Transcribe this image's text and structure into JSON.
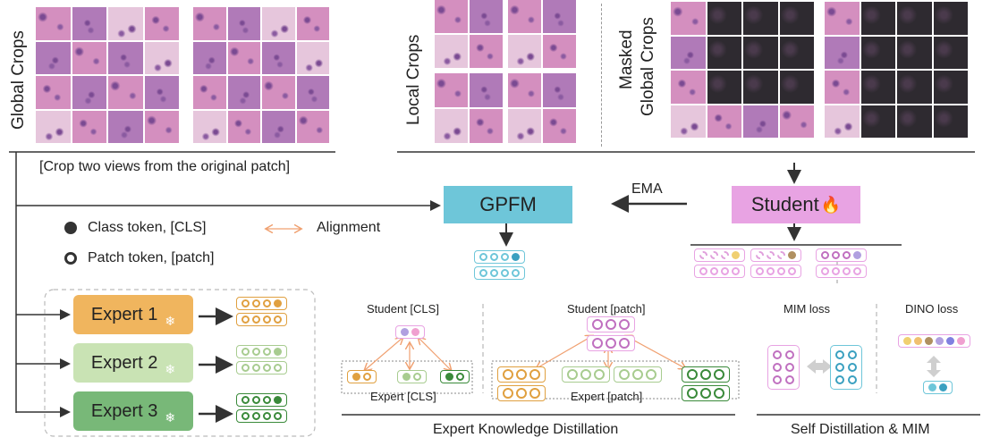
{
  "labels": {
    "global_crops": "Global Crops",
    "local_crops": "Local Crops",
    "masked_line1": "Masked",
    "masked_line2": "Global Crops",
    "crop_caption": "[Crop two views from the original patch]",
    "ema": "EMA",
    "alignment": "Alignment",
    "section_ekd": "Expert Knowledge Distillation",
    "section_sd": "Self Distillation & MIM"
  },
  "models": {
    "gpfm": "GPFM",
    "student": "Student",
    "flame": "🔥",
    "snowflake": "❄"
  },
  "legend": {
    "cls": "Class token, [CLS]",
    "patch": "Patch token, [patch]"
  },
  "experts": [
    "Expert 1",
    "Expert 2",
    "Expert 3"
  ],
  "distill": {
    "student_cls": "Student [CLS]",
    "expert_cls": "Expert [CLS]",
    "student_patch": "Student [patch]",
    "expert_patch": "Expert [patch]",
    "mim_loss": "MIM loss",
    "dino_loss": "DINO loss"
  },
  "colors": {
    "gpfm": "#6ec6d9",
    "student": "#e8a3e3",
    "expert1": "#f0b55e",
    "expert2": "#c9e3b4",
    "expert3": "#78b878",
    "tissue_pink": "#d48fbf",
    "tissue_purple": "#b07ab8",
    "masked": "#2e2a30"
  }
}
